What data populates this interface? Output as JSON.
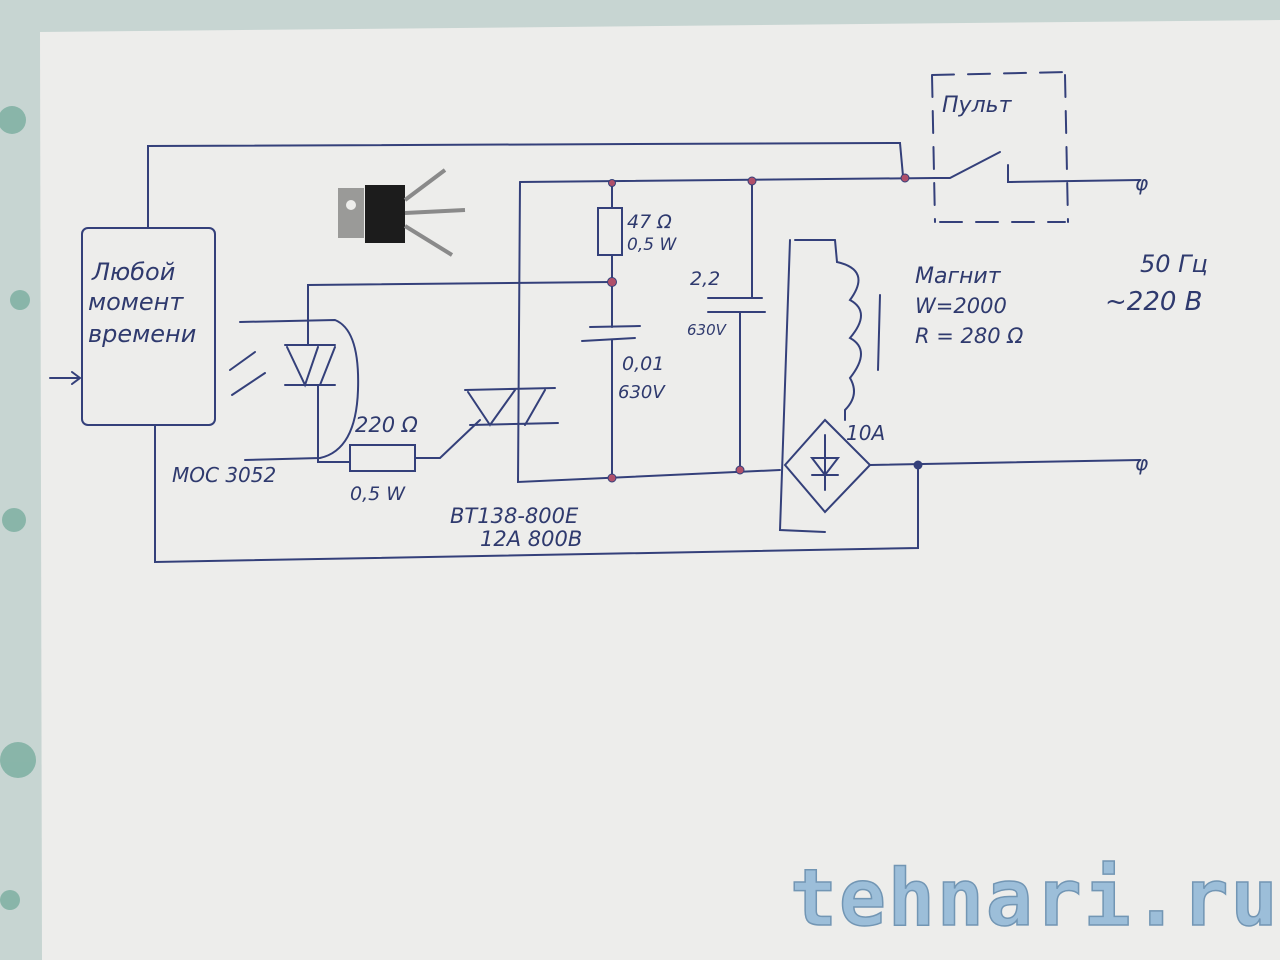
{
  "timer_block": {
    "line1": "Любой",
    "line2": "момент",
    "line3": "времени"
  },
  "optocoupler": {
    "part": "MOC 3052"
  },
  "gate_resistor": {
    "value": "220 Ω",
    "power": "0,5 W"
  },
  "triac": {
    "part": "BT138-800E",
    "rating": "12A 800B"
  },
  "snubber_resistor": {
    "value": "47 Ω",
    "power": "0,5 W"
  },
  "snubber_capacitor": {
    "value": "0,01",
    "voltage": "630V"
  },
  "capacitor": {
    "value": "2,2",
    "voltage": "630V"
  },
  "magnet": {
    "title": "Магнит",
    "turns": "W=2000",
    "resistance": "R = 280 Ω"
  },
  "bridge": {
    "rating": "10A"
  },
  "remote": {
    "label": "Пульт"
  },
  "mains": {
    "frequency": "50 Гц",
    "voltage": "~220 В",
    "terminal_top": "φ",
    "terminal_bottom": "φ"
  },
  "watermark": "tehnari.ru",
  "colors": {
    "ink": "#34407a",
    "paper": "#ededeb",
    "node": "#b0506a"
  }
}
